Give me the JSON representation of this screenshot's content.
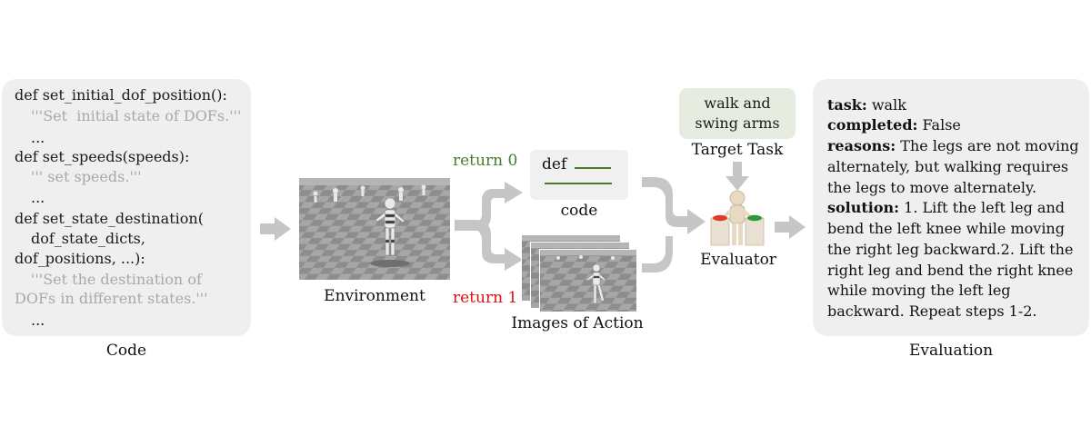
{
  "code_panel": {
    "lines": [
      "def set_initial_dof_position():",
      "'''Set  initial state of DOFs.'''",
      "...",
      "def set_speeds(speeds):",
      "''' set speeds.'''",
      "...",
      "def set_state_destination(",
      "dof_state_dicts,",
      "dof_positions, ...):",
      "'''Set the destination of",
      "DOFs in different states.'''",
      "..."
    ],
    "caption": "Code"
  },
  "environment": {
    "caption": "Environment"
  },
  "branches": {
    "return0": "return 0",
    "return1": "return 1"
  },
  "code_card": {
    "keyword": "def",
    "caption": "code"
  },
  "images": {
    "caption": "Images of Action"
  },
  "target": {
    "line1": "walk and",
    "line2": "swing arms",
    "caption": "Target Task"
  },
  "evaluator": {
    "caption": "Evaluator"
  },
  "evaluation": {
    "task_key": "task:",
    "task_val": " walk",
    "completed_key": "completed:",
    "completed_val": " False",
    "reasons_key": "reasons:",
    "reasons_1": " The legs are not moving",
    "reasons_2": "alternately, but walking requires",
    "reasons_3": "the legs to move alternately.",
    "solution_key": "solution:",
    "solution_1": " 1. Lift the left leg and",
    "solution_2": "bend the left knee while moving",
    "solution_3": "the right leg backward.2. Lift the",
    "solution_4": "right leg and bend the right knee",
    "solution_5": "while moving the left leg",
    "solution_6": "backward. Repeat steps 1-2.",
    "caption": "Evaluation"
  },
  "colors": {
    "green": "#4a7a2c",
    "red": "#e01010",
    "arrow": "#c6c6c6",
    "panel": "#efefef",
    "task_bg": "#e6ede0"
  }
}
